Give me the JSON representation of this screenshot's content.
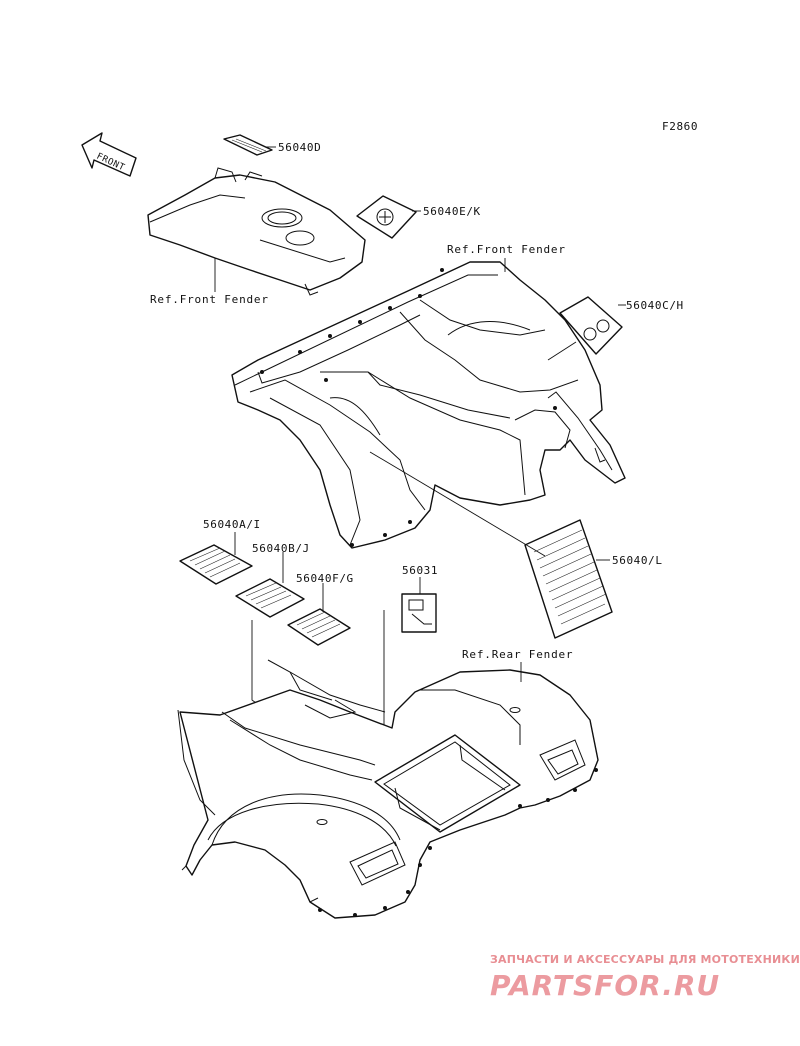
{
  "figure_code": "F2860",
  "front_arrow_text": "FRONT",
  "callouts": {
    "c56040d": "56040D",
    "c56040ek": "56040E/K",
    "c56040ch": "56040C/H",
    "c56040l": "56040/L",
    "c56040ai": "56040A/I",
    "c56040bj": "56040B/J",
    "c56040fg": "56040F/G",
    "c56031": "56031"
  },
  "refs": {
    "front_fender_left": "Ref.Front Fender",
    "front_fender_top": "Ref.Front Fender",
    "rear_fender": "Ref.Rear Fender"
  },
  "watermark": {
    "tagline": "ЗАПЧАСТИ И АКСЕССУАРЫ ДЛЯ МОТОТЕХНИКИ",
    "brand": "PARTSFOR.RU"
  },
  "colors": {
    "line": "#111111",
    "watermark": "#e88e93"
  }
}
